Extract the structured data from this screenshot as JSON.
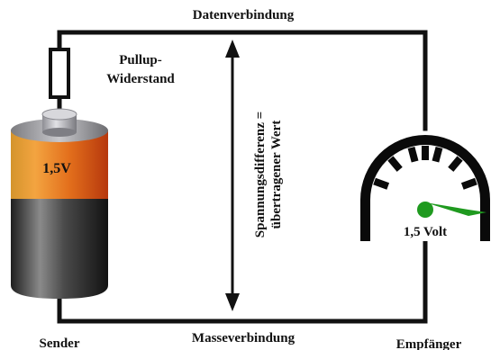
{
  "labels": {
    "data_line": "Datenverbindung",
    "ground_line": "Masseverbindung",
    "pullup_line1": "Pullup-",
    "pullup_line2": "Widerstand",
    "battery_voltage": "1,5V",
    "voltage_diff_line1": "Spannungsdifferenz =",
    "voltage_diff_line2": "übertragener Wert",
    "meter_reading": "1,5 Volt",
    "sender": "Sender",
    "receiver": "Empfänger"
  },
  "colors": {
    "wire": "#111111",
    "battery_band_orange": "#e8801c",
    "battery_body_dark": "#3a3a3a",
    "battery_cap": "#b8b8bc",
    "needle": "#1f9a1f",
    "meter_body": "#0a0a0a"
  },
  "icons": {
    "resistor": "resistor-icon",
    "battery": "battery-icon",
    "meter": "voltmeter-gauge-icon",
    "arrow": "double-arrow-icon"
  }
}
